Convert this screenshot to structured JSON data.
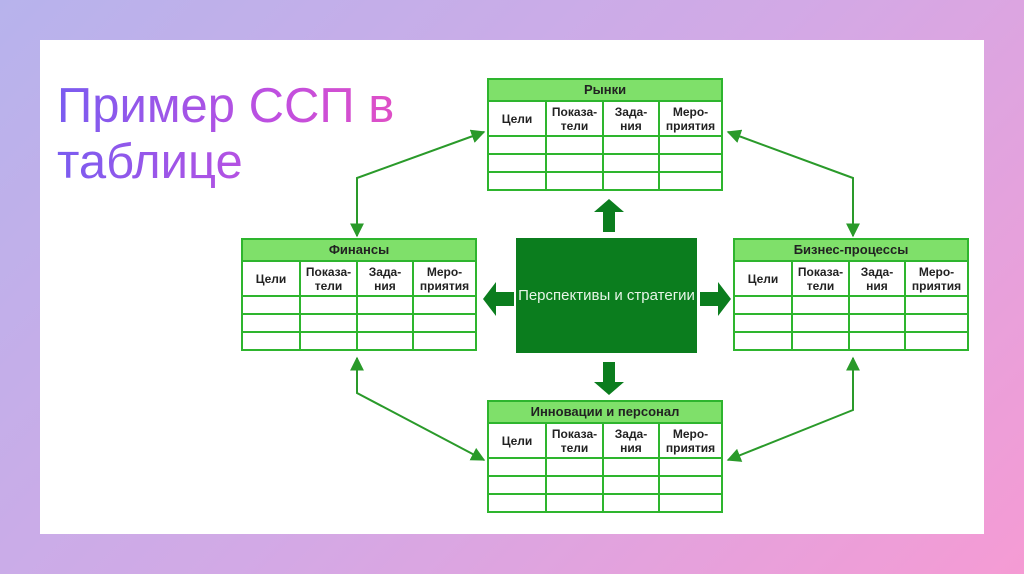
{
  "title": "Пример ССП в таблице",
  "center": "Перспективы и стратегии",
  "columns": [
    "Цели",
    "Показа-\nтели",
    "Зада-\nния",
    "Меро-\nприятия"
  ],
  "columns_display": [
    [
      "Цели",
      ""
    ],
    [
      "Показа-",
      "тели"
    ],
    [
      "Зада-",
      "ния"
    ],
    [
      "Меро-",
      "приятия"
    ]
  ],
  "tables": [
    {
      "name": "Рынки"
    },
    {
      "name": "Финансы"
    },
    {
      "name": "Бизнес-процессы"
    },
    {
      "name": "Инновации и персонал"
    }
  ],
  "colors": {
    "header": "#7fe06a",
    "border": "#2eb52e",
    "center": "#0b7d1e",
    "arrow": "#0b7d1e"
  }
}
